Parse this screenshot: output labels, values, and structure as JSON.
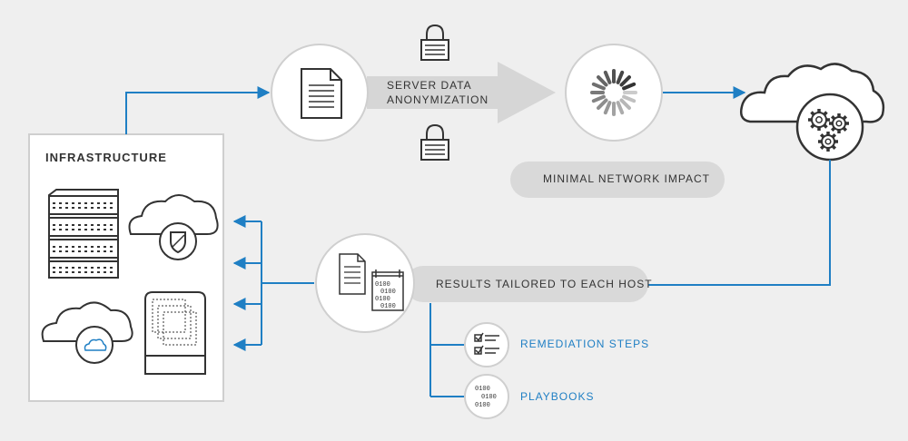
{
  "infrastructure": {
    "title": "INFRASTRUCTURE"
  },
  "process": {
    "anonymization_line1": "SERVER DATA",
    "anonymization_line2": "ANONYMIZATION",
    "network_impact": "MINIMAL NETWORK IMPACT",
    "results": "RESULTS TAILORED TO EACH HOST"
  },
  "outputs": {
    "remediation": "REMEDIATION STEPS",
    "playbooks": "PLAYBOOKS"
  },
  "icons": {
    "binary_lines": [
      "0100",
      "0100",
      "0100",
      "0100"
    ],
    "playbook_binary": [
      "0100",
      "0100",
      "0100"
    ]
  },
  "colors": {
    "accent": "#1f7fc4",
    "stroke": "#333333",
    "pill": "#d9d9d9",
    "circle_border": "#cfcfcf"
  }
}
